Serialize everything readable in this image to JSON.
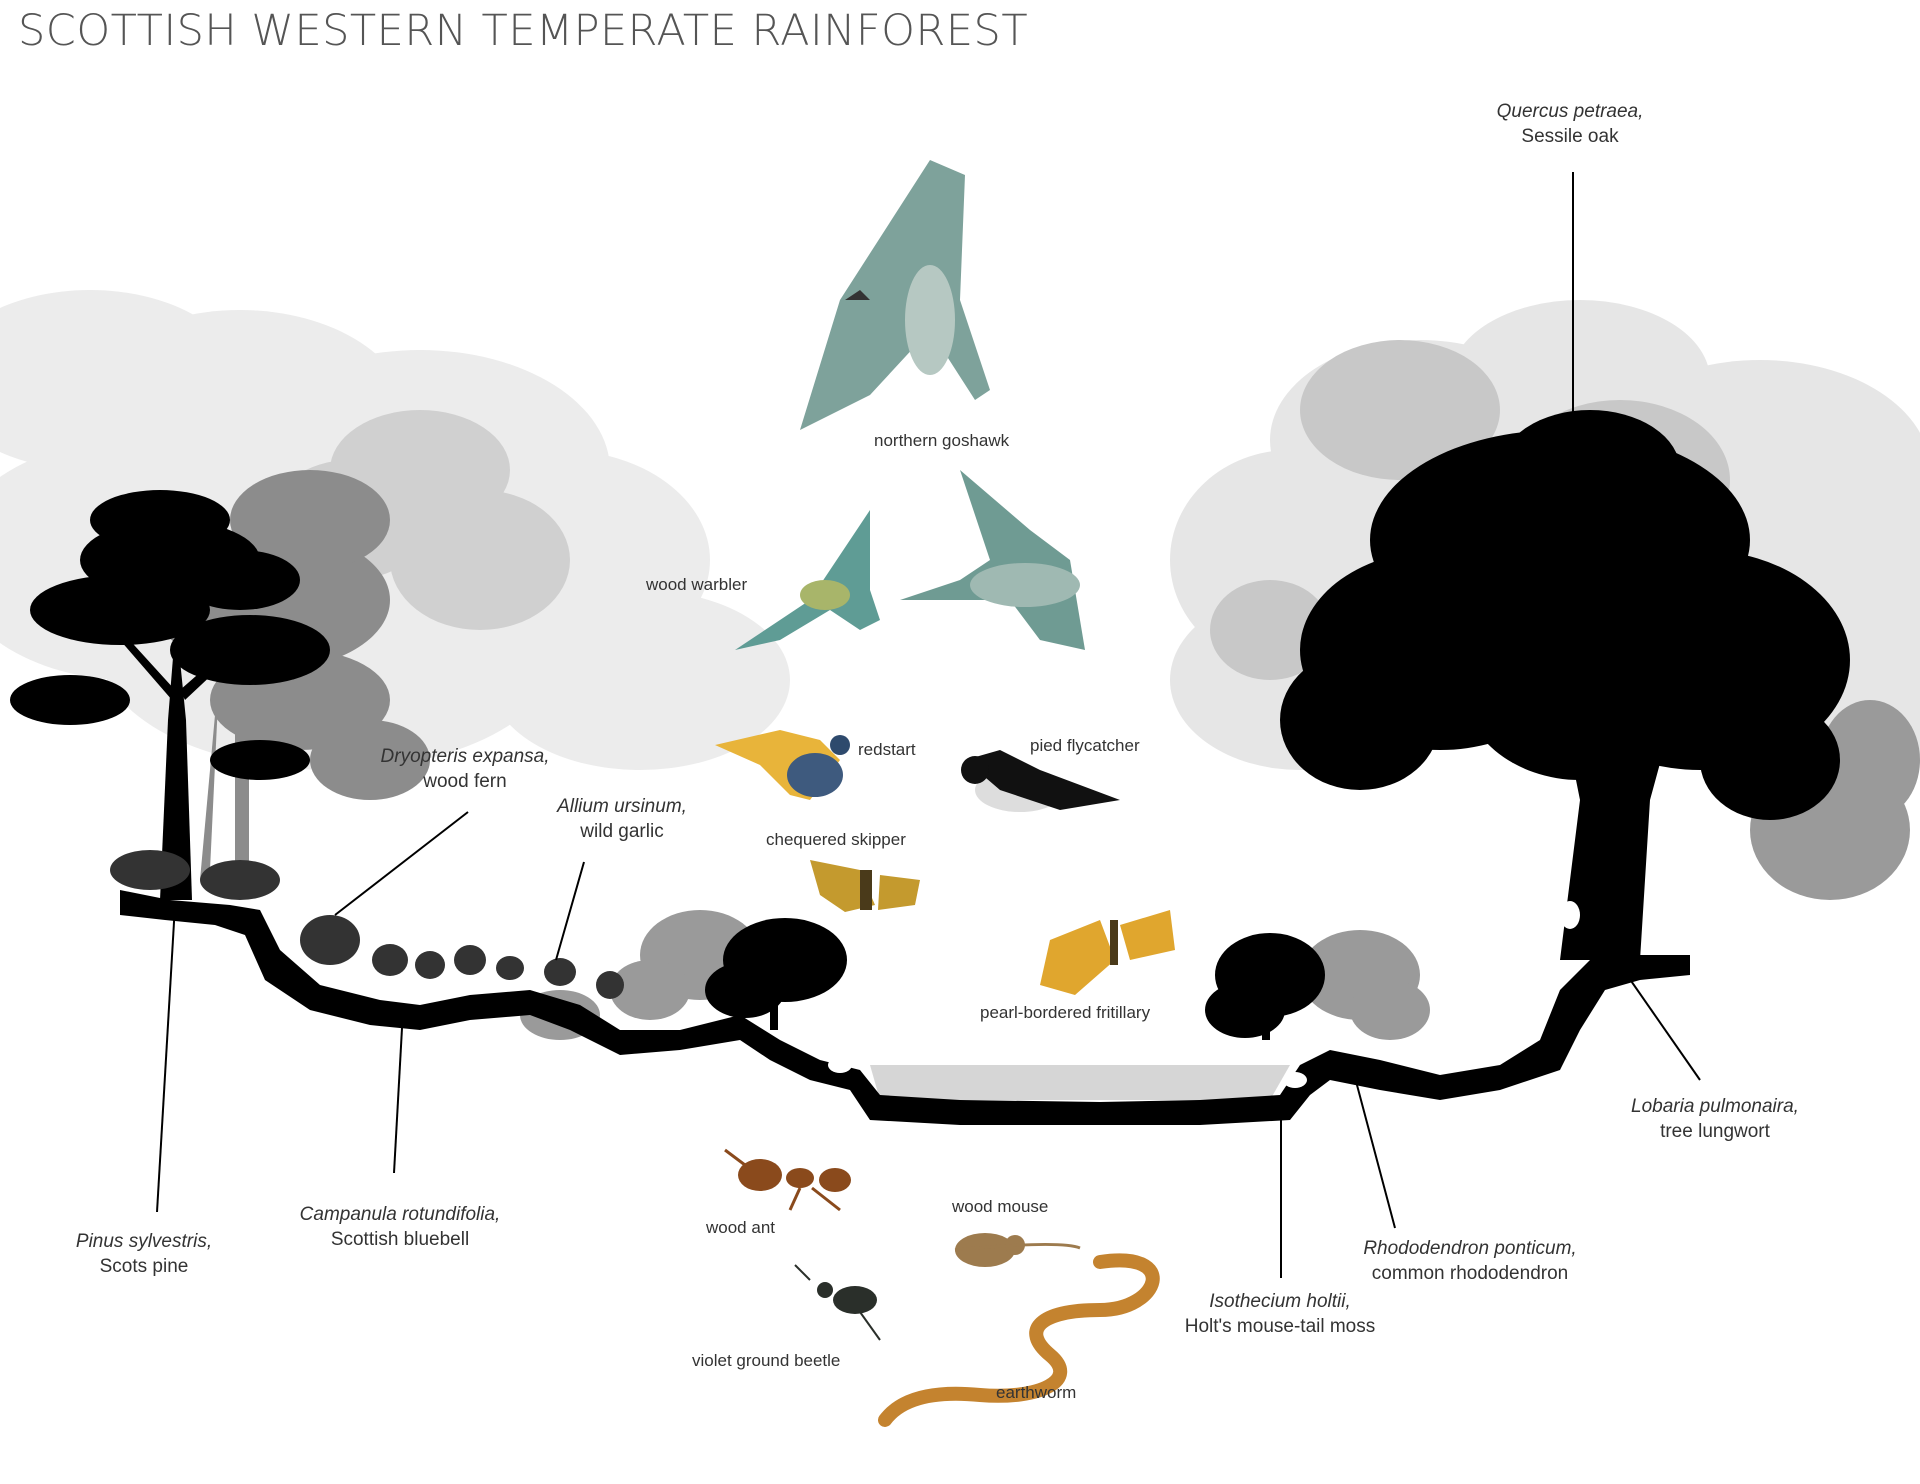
{
  "title": "SCOTTISH WESTERN TEMPERATE RAINFOREST",
  "colors": {
    "silhouette": "#000000",
    "fog": "#d9d9d9",
    "grey_trees": "#9a9a9a",
    "water": "#d6d6d6",
    "bird": "#5e8d86",
    "butterfly": "#d9a32c",
    "worm": "#c4832f",
    "ant": "#9b5523"
  },
  "plants": [
    {
      "id": "oak",
      "scientific": "Quercus petraea,",
      "common": "Sessile oak"
    },
    {
      "id": "fern",
      "scientific": "Dryopteris expansa,",
      "common": "wood fern"
    },
    {
      "id": "garlic",
      "scientific": "Allium ursinum,",
      "common": "wild garlic"
    },
    {
      "id": "pine",
      "scientific": "Pinus sylvestris,",
      "common": "Scots pine"
    },
    {
      "id": "bluebell",
      "scientific": "Campanula rotundifolia,",
      "common": "Scottish bluebell"
    },
    {
      "id": "moss",
      "scientific": "Isothecium holtii,",
      "common": "Holt's mouse-tail moss"
    },
    {
      "id": "rhodo",
      "scientific": "Rhododendron ponticum,",
      "common": "common rhododendron"
    },
    {
      "id": "lungwort",
      "scientific": "Lobaria pulmonaira,",
      "common": "tree lungwort"
    }
  ],
  "animals": {
    "goshawk": "northern goshawk",
    "warbler": "wood warbler",
    "redstart": "redstart",
    "flycatcher": "pied flycatcher",
    "skipper": "chequered skipper",
    "fritillary": "pearl-bordered fritillary",
    "ant": "wood ant",
    "mouse": "wood mouse",
    "beetle": "violet ground beetle",
    "worm": "earthworm"
  }
}
